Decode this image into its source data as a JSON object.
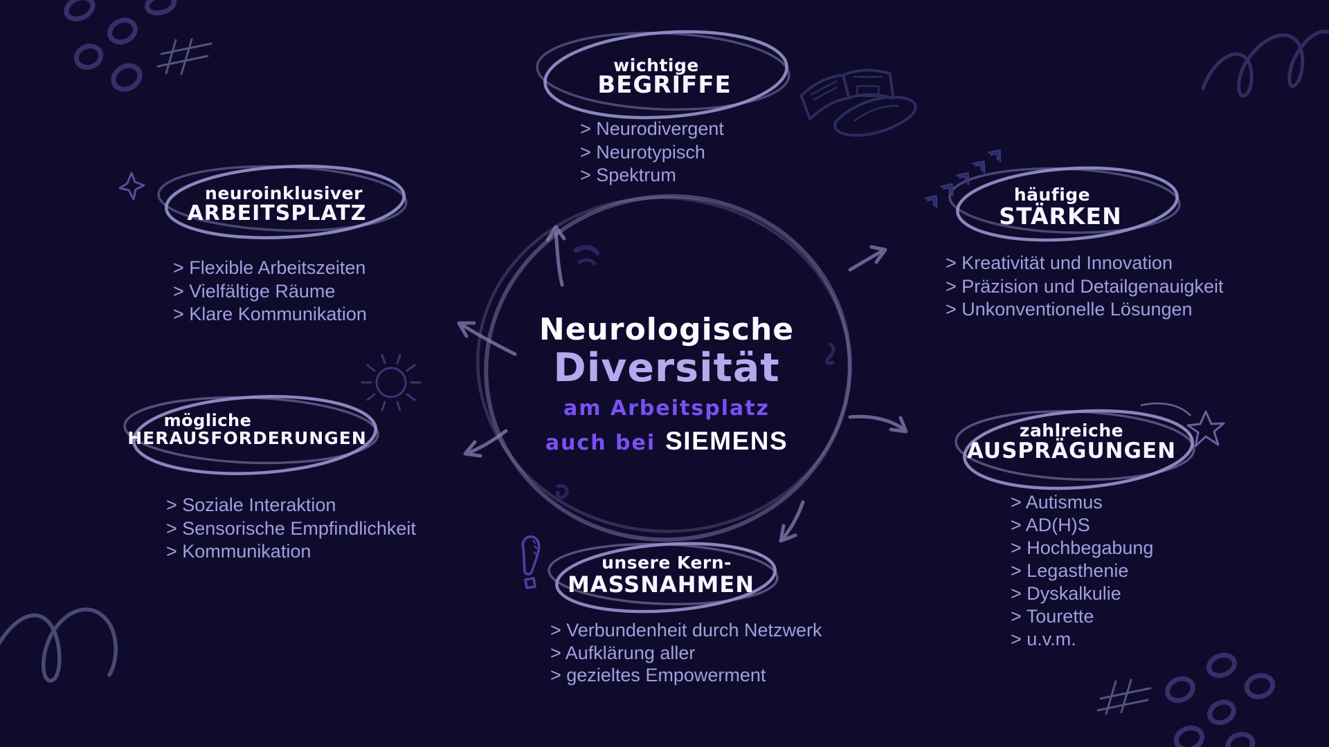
{
  "center": {
    "line1": "Neurologische",
    "line2": "Diversität",
    "line3": "am Arbeitsplatz",
    "line4_prefix": "auch bei",
    "line4_brand": "SIEMENS"
  },
  "nodes": {
    "begriffe": {
      "eyebrow": "wichtige",
      "title": "BEGRIFFE",
      "items": [
        "> Neurodivergent",
        "> Neurotypisch",
        "> Spektrum"
      ]
    },
    "arbeitsplatz": {
      "eyebrow": "neuroinklusiver",
      "title": "ARBEITSPLATZ",
      "items": [
        "> Flexible Arbeitszeiten",
        "> Vielfältige Räume",
        "> Klare Kommunikation"
      ]
    },
    "staerken": {
      "eyebrow": "häufige",
      "title": "STÄRKEN",
      "items": [
        "> Kreativität und Innovation",
        "> Präzision und Detailgenauigkeit",
        "> Unkonventionelle Lösungen"
      ]
    },
    "herausforderungen": {
      "eyebrow": "mögliche",
      "title": "HERAUSFORDERUNGEN",
      "items": [
        "> Soziale Interaktion",
        "> Sensorische Empfindlichkeit",
        "> Kommunikation"
      ]
    },
    "auspraegungen": {
      "eyebrow": "zahlreiche",
      "title": "AUSPRÄGUNGEN",
      "items": [
        "> Autismus",
        "> AD(H)S",
        "> Hochbegabung",
        "> Legasthenie",
        "> Dyskalkulie",
        "> Tourette",
        "> u.v.m."
      ]
    },
    "massnahmen": {
      "eyebrow": "unsere Kern-",
      "title": "MASSNAHMEN",
      "items": [
        "> Verbundenheit durch Netzwerk",
        "> Aufklärung aller",
        "> gezieltes Empowerment"
      ]
    }
  },
  "colors": {
    "background": "#0e0b2d",
    "heading_white": "#f7f5ff",
    "list_text": "#a39edd",
    "node_ellipse": "#9a93cf",
    "center_circle": "#8d87bb",
    "title_lavender": "#b5a9ee",
    "title_purple": "#7b50f2",
    "doodle_dark": "#342d66",
    "doodle_light": "#55527e"
  },
  "decorations": [
    "rings-doodle-top-left",
    "hash-doodle-top-left",
    "book-icon",
    "chevrons-doodle",
    "starburst-doodle-left",
    "sun-doodle",
    "exclamation-doodle",
    "starburst-doodle-right",
    "spring-doodle-bottom-left",
    "spring-doodle-top-right",
    "rings-doodle-bottom-right",
    "hash-doodle-bottom-right",
    "center-circle",
    "radial-arrows"
  ]
}
